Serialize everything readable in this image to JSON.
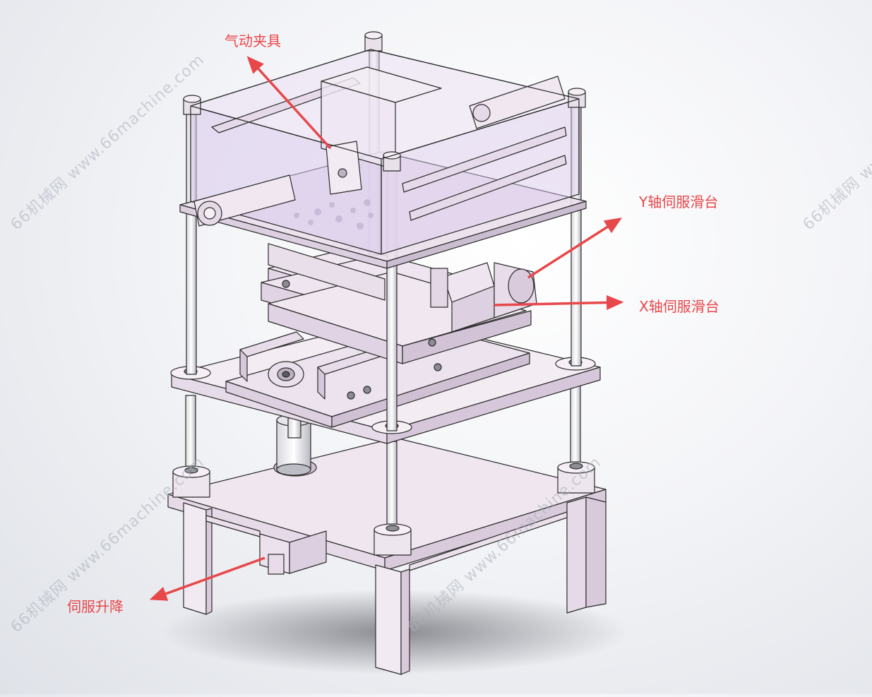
{
  "labels": {
    "pneumatic_fixture": "气动夹具",
    "y_axis_slide": "Y轴伺服滑台",
    "x_axis_slide": "X轴伺服滑台",
    "servo_lift": "伺服升降"
  },
  "watermark": "66机械网 www.66machine.com",
  "colors": {
    "callout": "#e8474a",
    "part_fill": "#f0e6f0",
    "part_fill_dark": "#e2d4e4",
    "glass": "#d9c8ec",
    "edge": "#2b2b2b"
  }
}
